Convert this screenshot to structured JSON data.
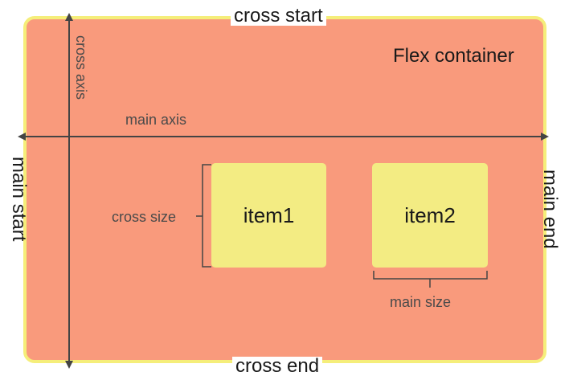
{
  "edges": {
    "cross_start": "cross start",
    "cross_end": "cross end",
    "main_start": "main start",
    "main_end": "main end"
  },
  "container": {
    "title": "Flex container"
  },
  "axes": {
    "main_axis": "main axis",
    "cross_axis": "cross axis"
  },
  "items": [
    {
      "label": "item1"
    },
    {
      "label": "item2"
    }
  ],
  "measures": {
    "cross_size": "cross size",
    "main_size": "main size"
  },
  "colors": {
    "container_fill": "#f99a7c",
    "container_border": "#f5ee7a",
    "item_fill": "#f3ec83",
    "axis_line": "#444444"
  }
}
